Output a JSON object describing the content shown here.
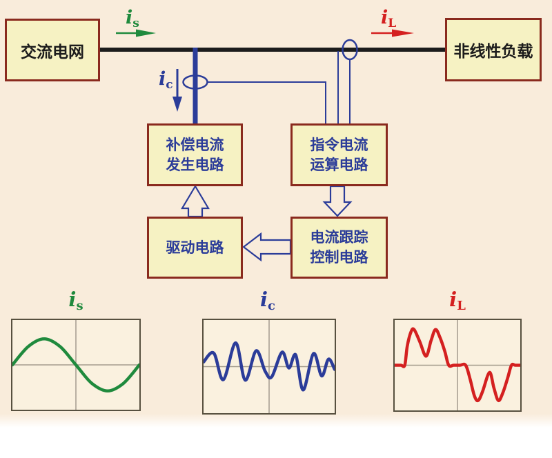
{
  "colors": {
    "background": "#f9ecdb",
    "box_fill": "#f6f2c3",
    "box_border": "#8a2a1e",
    "diagram_blue": "#2b3c99",
    "bus_black": "#1c1c1c",
    "source_green": "#1f8a3d",
    "load_red": "#d42020",
    "scope_border": "#57503f",
    "scope_grid": "#a39b8d"
  },
  "blocks": {
    "source": {
      "label": "交流电网"
    },
    "load": {
      "label": "非线性负载"
    },
    "compensation": {
      "line1": "补偿电流",
      "line2": "发生电路"
    },
    "command": {
      "line1": "指令电流",
      "line2": "运算电路"
    },
    "drive": {
      "label": "驱动电路"
    },
    "tracking": {
      "line1": "电流跟踪",
      "line2": "控制电路"
    }
  },
  "currents": {
    "is": {
      "base": "i",
      "sub": "s"
    },
    "ic": {
      "base": "i",
      "sub": "c"
    },
    "iL": {
      "base": "i",
      "sub": "L"
    }
  },
  "chart_data": [
    {
      "type": "line",
      "name": "is",
      "title": "i_s",
      "description": "Sinusoidal source current, one full period; crosshair grid at center",
      "color": "#1f8a3d",
      "x_range": [
        0,
        1
      ],
      "y_range": [
        -1,
        1
      ],
      "grid": "center-crosshair",
      "points": [
        [
          0,
          0
        ],
        [
          0.125,
          0.41
        ],
        [
          0.25,
          0.58
        ],
        [
          0.375,
          0.41
        ],
        [
          0.5,
          0
        ],
        [
          0.625,
          -0.41
        ],
        [
          0.75,
          -0.58
        ],
        [
          0.875,
          -0.41
        ],
        [
          1,
          0
        ]
      ]
    },
    {
      "type": "line",
      "name": "ic",
      "title": "i_c",
      "description": "Harmonic compensation current, irregular multi-cycle oscillation about zero",
      "color": "#2b3c99",
      "x_range": [
        0,
        1
      ],
      "y_range": [
        -1,
        1
      ],
      "grid": "center-crosshair",
      "points": [
        [
          0,
          0.1
        ],
        [
          0.078,
          0.29
        ],
        [
          0.151,
          -0.28
        ],
        [
          0.245,
          0.51
        ],
        [
          0.318,
          -0.29
        ],
        [
          0.401,
          0.34
        ],
        [
          0.47,
          -0.1
        ],
        [
          0.52,
          -0.22
        ],
        [
          0.599,
          0.31
        ],
        [
          0.651,
          -0.03
        ],
        [
          0.703,
          0.25
        ],
        [
          0.76,
          -0.5
        ],
        [
          0.839,
          0.28
        ],
        [
          0.901,
          -0.2
        ],
        [
          0.953,
          0.16
        ],
        [
          1,
          -0.06
        ]
      ]
    },
    {
      "type": "line",
      "name": "iL",
      "title": "i_L",
      "description": "Nonlinear load current: flat zero segments with double-hump positive (M) and double-dip negative (W) half cycles",
      "color": "#d42020",
      "x_range": [
        0,
        1
      ],
      "y_range": [
        -1,
        1
      ],
      "grid": "center-crosshair",
      "points": [
        [
          0,
          0
        ],
        [
          0.05,
          0
        ],
        [
          0.08,
          0
        ],
        [
          0.1,
          0.42
        ],
        [
          0.13,
          0.74
        ],
        [
          0.155,
          0.79
        ],
        [
          0.2,
          0.52
        ],
        [
          0.25,
          0.2
        ],
        [
          0.29,
          0.55
        ],
        [
          0.325,
          0.79
        ],
        [
          0.36,
          0.62
        ],
        [
          0.4,
          0.3
        ],
        [
          0.43,
          0
        ],
        [
          0.47,
          0
        ],
        [
          0.52,
          0
        ],
        [
          0.565,
          0
        ],
        [
          0.6,
          -0.3
        ],
        [
          0.635,
          -0.68
        ],
        [
          0.665,
          -0.78
        ],
        [
          0.7,
          -0.58
        ],
        [
          0.755,
          -0.16
        ],
        [
          0.79,
          -0.5
        ],
        [
          0.825,
          -0.78
        ],
        [
          0.86,
          -0.62
        ],
        [
          0.9,
          -0.28
        ],
        [
          0.93,
          0
        ],
        [
          0.96,
          0
        ],
        [
          1,
          0
        ]
      ]
    }
  ]
}
